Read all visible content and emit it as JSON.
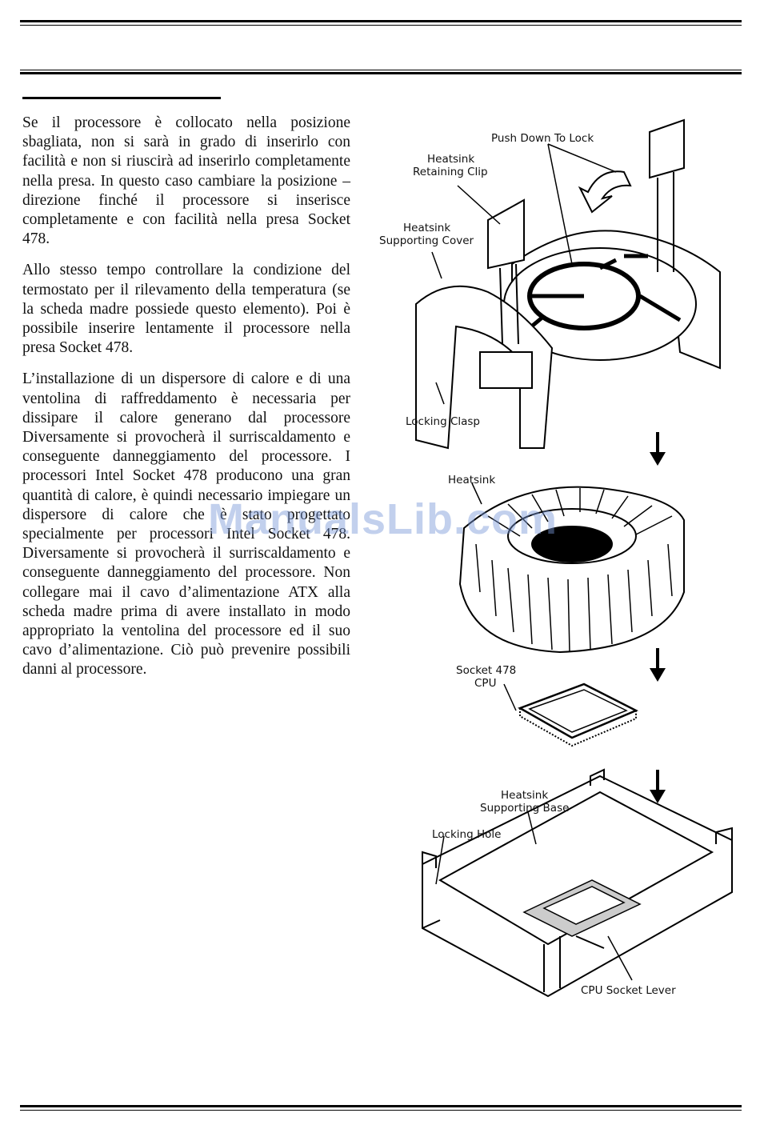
{
  "paragraphs": [
    "Se il processore è collocato nella posizione sbagliata, non si sarà in grado di inserirlo con facilità e non si riuscirà ad inserirlo completamente nella presa. In questo caso cambiare la posizione – direzione finché il processore si inserisce completamente e con facilità nella presa Socket 478.",
    "Allo stesso tempo controllare la condizione del termostato per il rilevamento della temperatura (se la scheda madre possiede questo elemento). Poi è possibile inserire lentamente il processore nella presa Socket 478.",
    "L’installazione di un dispersore di calore e di una ventolina di raffreddamento è necessaria per dissipare il calore generano dal processore Diversamente si provocherà il surriscaldamento e conseguente danneggiamento del processore. I processori Intel Socket 478 producono una gran quantità di calore, è quindi necessario impiegare un dispersore di calore che è stato progettato specialmente per processori Intel Socket 478. Diversamente si provocherà il surriscaldamento e conseguente danneggiamento del processore. Non collegare mai il cavo d’alimentazione ATX alla scheda madre prima di avere installato in modo appropriato la ventolina del processore ed il suo cavo d’alimentazione. Ciò può prevenire possibili danni al processore."
  ],
  "figure_labels": {
    "push_down": "Push Down To Lock",
    "retaining_clip_1": "Heatsink",
    "retaining_clip_2": "Retaining Clip",
    "supporting_cover_1": "Heatsink",
    "supporting_cover_2": "Supporting Cover",
    "locking_clasp": "Locking Clasp",
    "heatsink": "Heatsink",
    "cpu_1": "Socket 478",
    "cpu_2": "CPU",
    "supporting_base_1": "Heatsink",
    "supporting_base_2": "Supporting Base",
    "locking_hole": "Locking Hole",
    "socket_lever": "CPU Socket Lever"
  },
  "watermark": "ManualsLib.com"
}
